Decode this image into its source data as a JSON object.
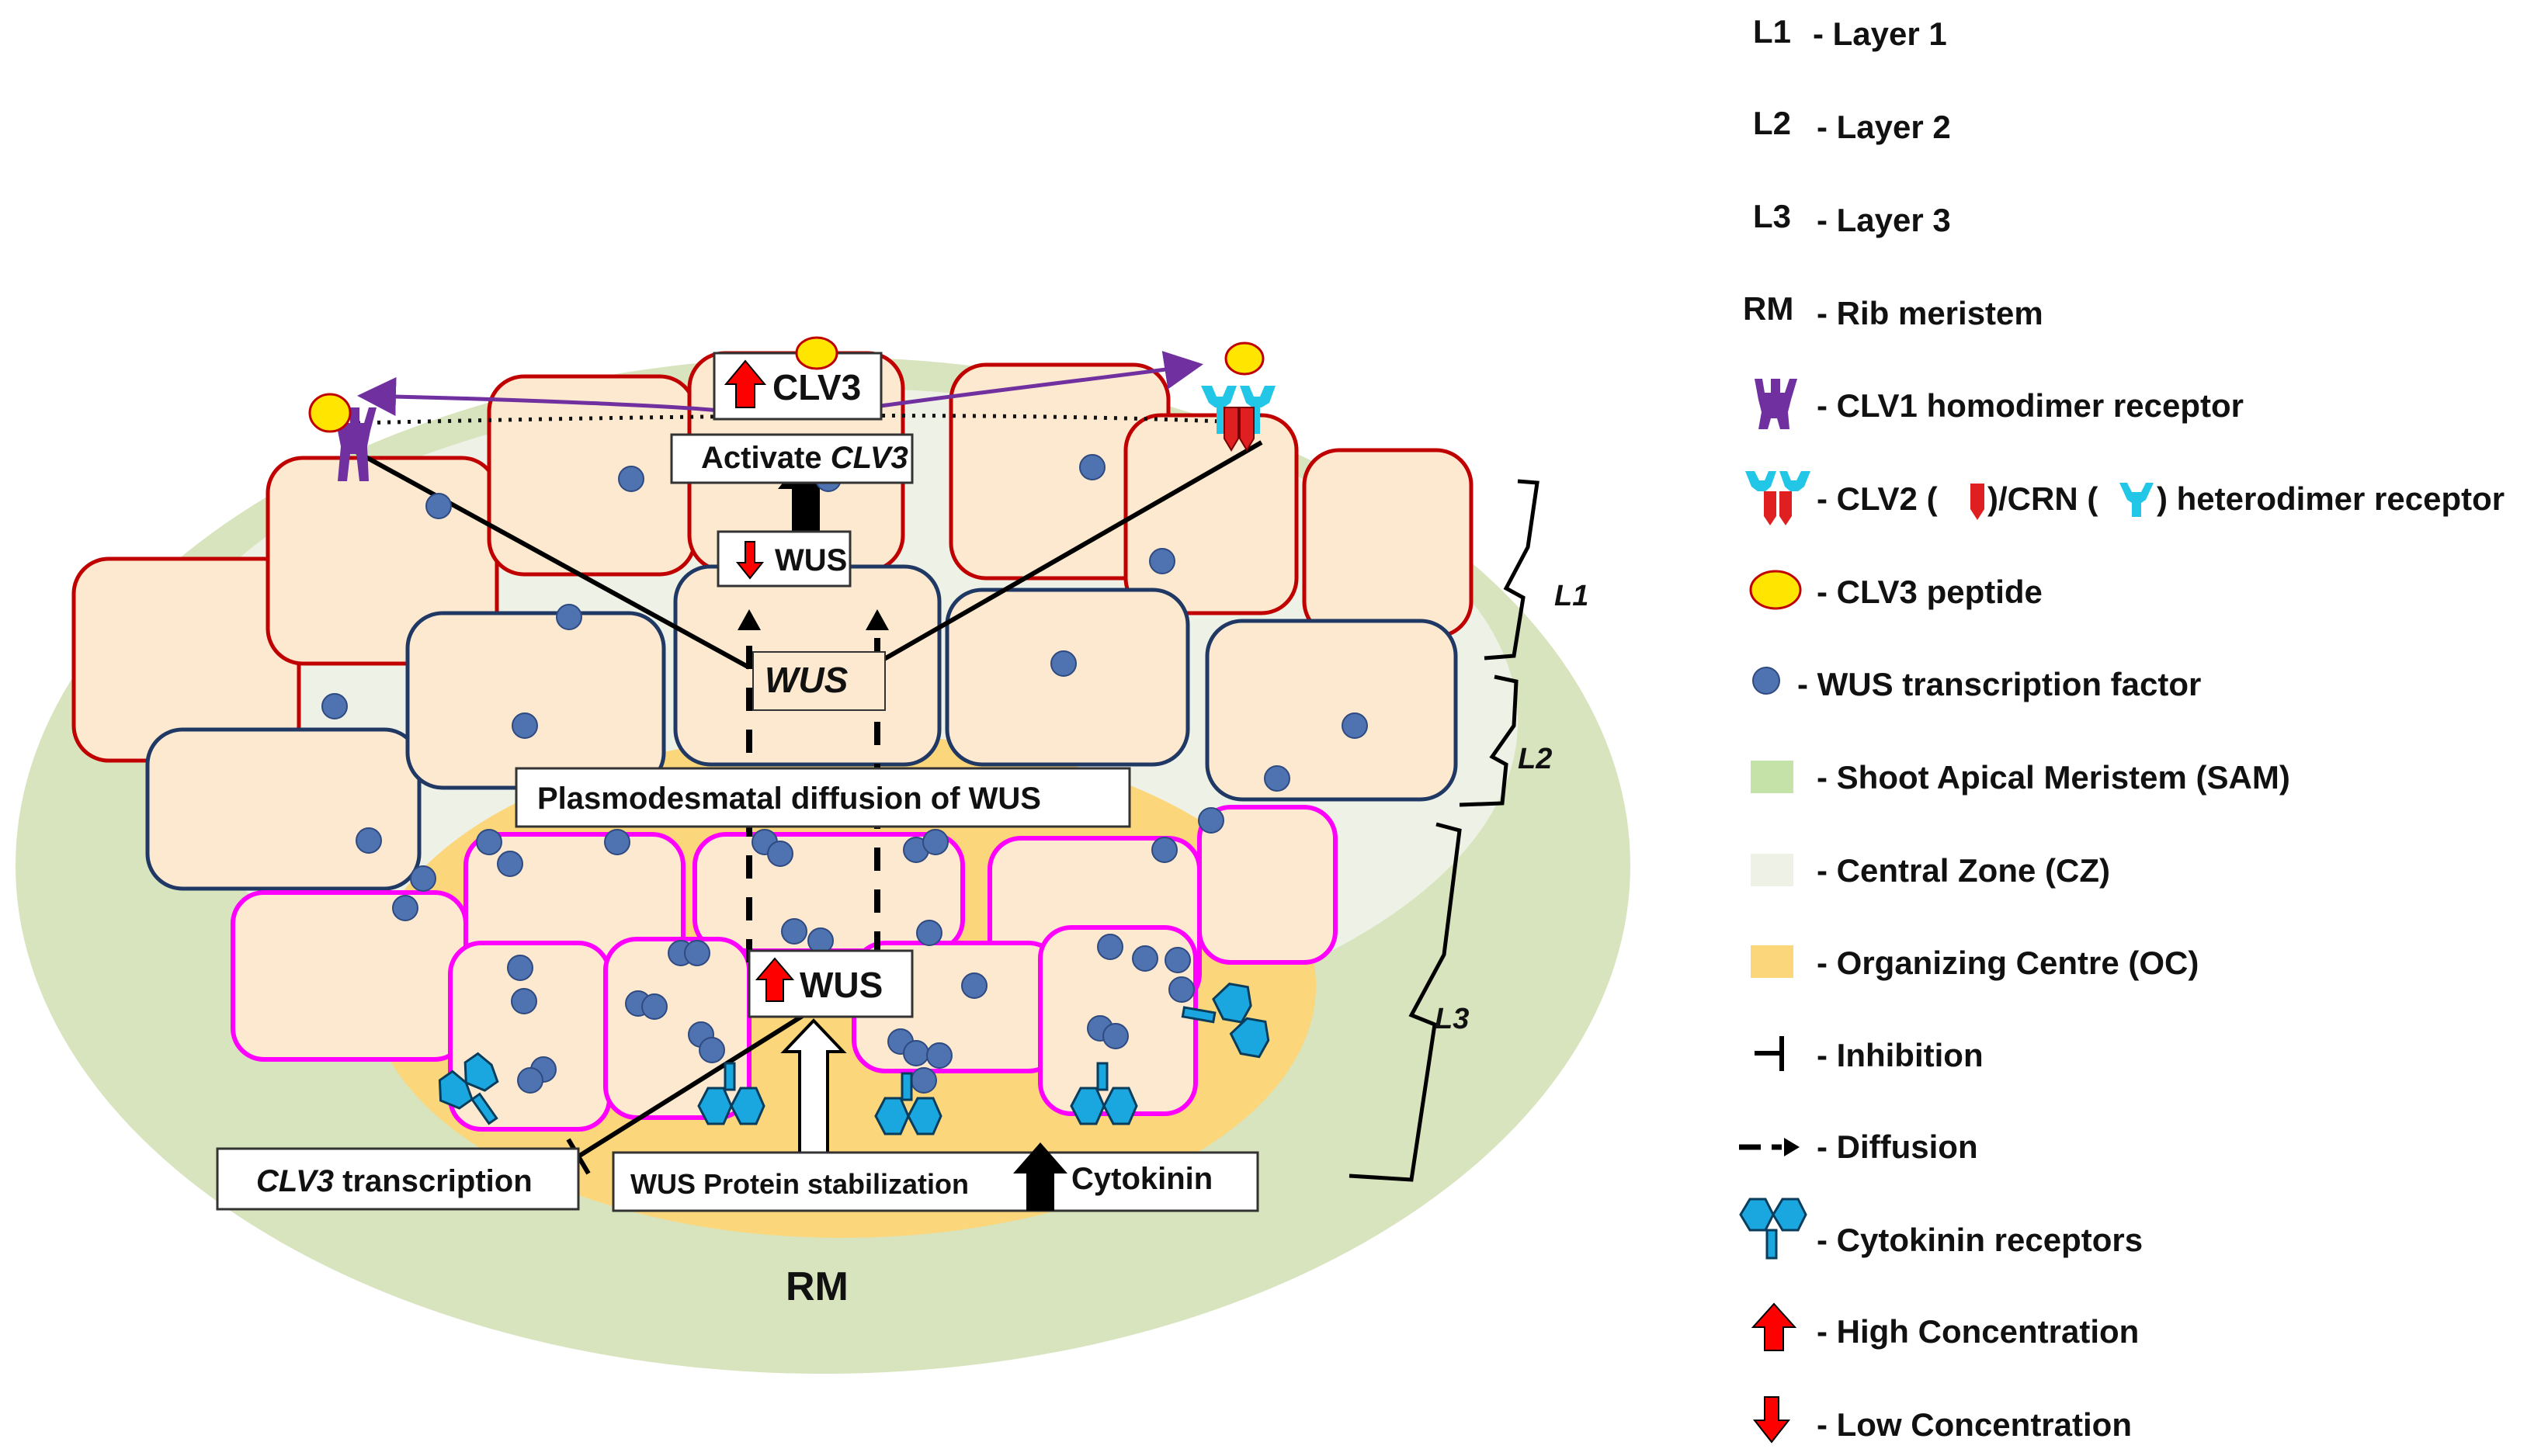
{
  "diagram": {
    "boxes": {
      "clv3_top": "CLV3",
      "activate_prefix": "Activate ",
      "activate_gene": "CLV3",
      "wus_low": "WUS",
      "wus_gene": "WUS",
      "plasmodesmatal": "Plasmodesmatal diffusion of WUS",
      "wus_high": "WUS",
      "clv3_transcription_gene": "CLV3",
      "clv3_transcription_suffix": " transcription",
      "wus_stabilization": "WUS Protein stabilization",
      "cytokinin": "Cytokinin"
    },
    "region_labels": {
      "rm": "RM",
      "l1": "L1",
      "l2": "L2",
      "l3": "L3"
    }
  },
  "legend": [
    {
      "key": "L1",
      "text": "- Layer 1"
    },
    {
      "key": "L2",
      "text": "- Layer 2"
    },
    {
      "key": "L3",
      "text": "- Layer 3"
    },
    {
      "key": "RM",
      "text": "- Rib meristem"
    },
    {
      "key": "clv1-icon",
      "text": "- CLV1 homodimer receptor"
    },
    {
      "key": "clv2-crn-icon",
      "text_a": "- CLV2 (",
      "text_b": ")/CRN (",
      "text_c": ") heterodimer receptor"
    },
    {
      "key": "clv3-peptide-icon",
      "text": "- CLV3 peptide"
    },
    {
      "key": "wus-dot-icon",
      "text": "- WUS transcription factor"
    },
    {
      "key": "sam-swatch",
      "text": "- Shoot Apical Meristem (SAM)"
    },
    {
      "key": "cz-swatch",
      "text": "- Central Zone (CZ)"
    },
    {
      "key": "oc-swatch",
      "text": "- Organizing Centre (OC)"
    },
    {
      "key": "inhibition-icon",
      "text": "- Inhibition"
    },
    {
      "key": "diffusion-icon",
      "text": "- Diffusion"
    },
    {
      "key": "cytokinin-receptor-icon",
      "text": "- Cytokinin receptors"
    },
    {
      "key": "high-arrow-icon",
      "text": "- High Concentration"
    },
    {
      "key": "low-arrow-icon",
      "text": "- Low Concentration"
    }
  ],
  "colors": {
    "sam": "#d7e4bd",
    "cz": "#eef1e6",
    "oc": "#fcd67a",
    "cell_fill": "#fde9d0",
    "l1_border": "#c00000",
    "l2_border": "#1f3864",
    "l3_border": "#ff00ff",
    "wus_dot": "#4f73b0",
    "clv1": "#7030a0",
    "clv2": "#e02020",
    "crn": "#22c7e8",
    "peptide": "#ffe500",
    "cytokinin_receptor": "#1aa7e0",
    "high_arrow": "#ff0000"
  }
}
